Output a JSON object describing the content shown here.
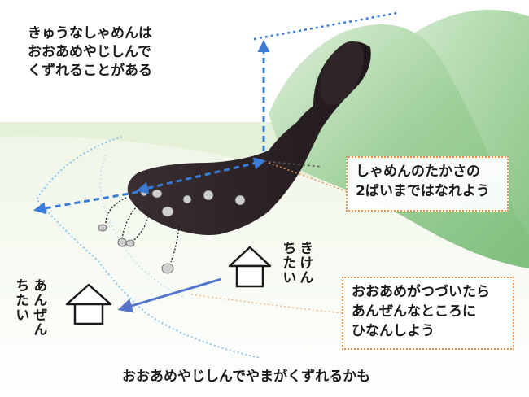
{
  "diagram": {
    "intro_lines": [
      "きゅうなしゃめんは",
      "おおあめやじしんで",
      "くずれることがある"
    ],
    "height_note_lines": [
      "しゃめんのたかさの",
      "2ばいまではなれよう"
    ],
    "rain_note_lines": [
      "おおあめがつづいたら",
      "あんぜんなところに",
      "ひなんしよう"
    ],
    "danger_label": "きけん",
    "danger_label_line2": "ちたい",
    "safe_label": "あんぜん",
    "safe_label_line2": "ちたい",
    "caption": "おおあめやじしんでやまがくずれるかも",
    "icons": [
      "house-icon",
      "house-icon",
      "landslide-debris",
      "arrow-icon"
    ],
    "colors": {
      "slope_green": "#8cc78c",
      "hill_green": "#a6d4a1",
      "ground_green": "#e6f2d9",
      "debris_dark": "#2b2225",
      "guide_blue": "#3a7bd5",
      "evac_blue": "#5575cc",
      "boundary_blue": "#8fc4ec",
      "note_border_orange": "#e8904e"
    }
  }
}
